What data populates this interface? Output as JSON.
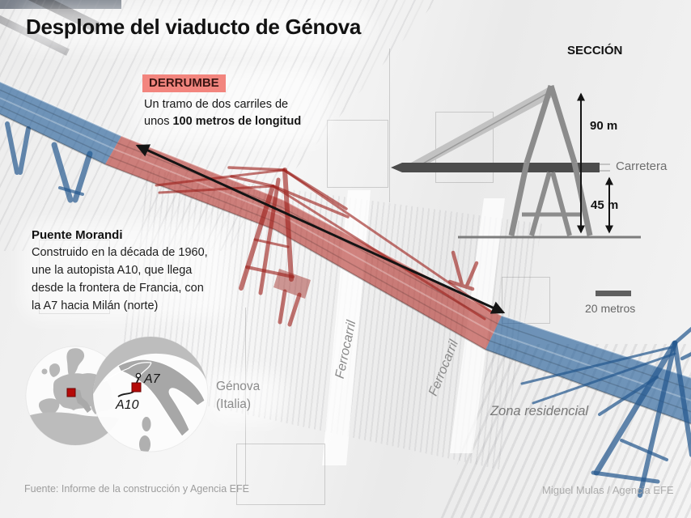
{
  "title": "Desplome del viaducto de Génova",
  "derrumbe": {
    "tag": "DERRUMBE",
    "desc_line1": "Un tramo de dos carriles de",
    "desc_line2_prefix": "unos ",
    "desc_line2_bold": "100 metros de longitud"
  },
  "section": {
    "heading": "SECCIÓN",
    "total_height": "90 m",
    "deck_height": "45 m",
    "road_label": "Carretera",
    "scale_label": "20 metros"
  },
  "bridge_info": {
    "heading": "Puente Morandi",
    "body_lines": [
      "Construido en la década de 1960,",
      "une la autopista A10, que llega",
      "desde la frontera de Francia, con",
      "la A7 hacia Milán (norte)"
    ]
  },
  "map": {
    "motorway_north": "A7",
    "motorway_west": "A10",
    "city": "Génova",
    "country": "(Italia)"
  },
  "photo_labels": {
    "railway_left": "Ferrocarril",
    "railway_right": "Ferrocarril",
    "residential": "Zona residencial"
  },
  "footer": {
    "source": "Fuente: Informe de la construcción y Agencia EFE",
    "credit": "Miguel Mulas / Agencia EFE"
  },
  "legend_colors": {
    "collapsed_section": "#b02a22",
    "standing_section": "#1f5b96",
    "derrumbe_tag_bg": "#f2857e",
    "marker_red": "#b50a08"
  }
}
